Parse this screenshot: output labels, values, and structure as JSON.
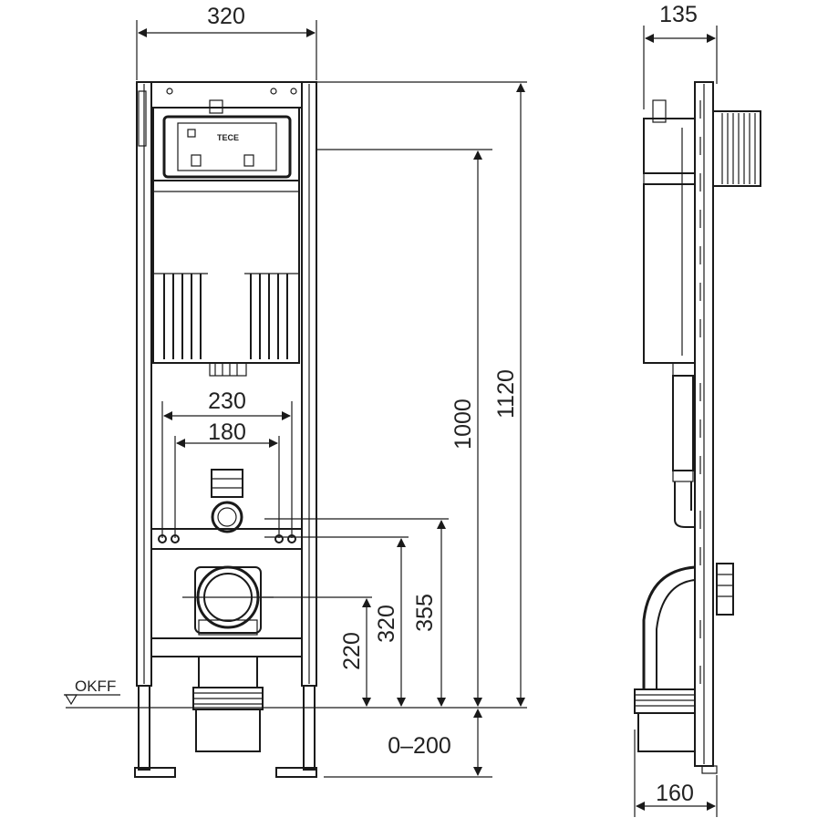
{
  "front_view": {
    "dims": {
      "width": "320",
      "height_total": "1120",
      "height_frame": "1000",
      "spacing_outer": "230",
      "spacing_inner": "180",
      "mount_height": "355",
      "outlet_height": "320",
      "drain_height": "220",
      "foot_adjust": "0–200"
    },
    "floor_label": "OKFF"
  },
  "side_view": {
    "dims": {
      "depth_top": "135",
      "depth_bottom": "160"
    }
  }
}
